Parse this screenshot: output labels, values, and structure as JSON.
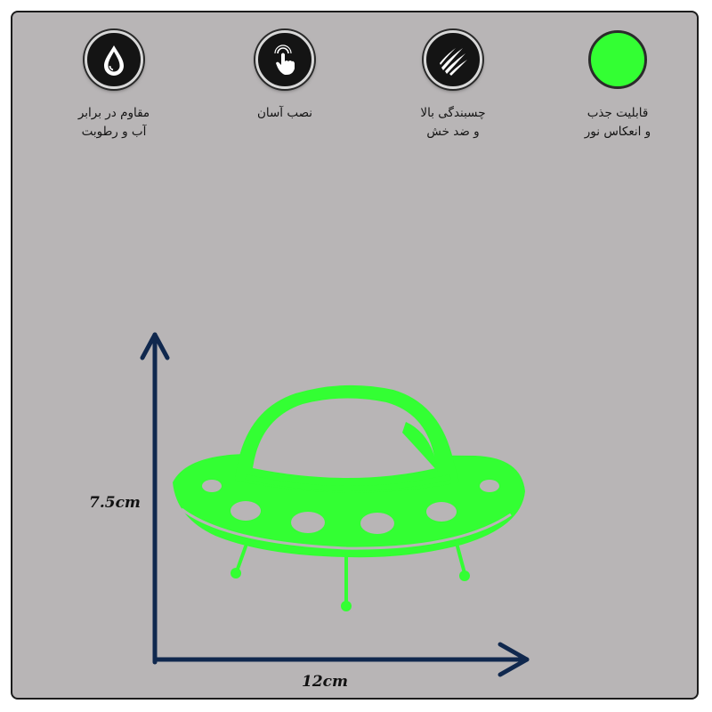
{
  "features": [
    {
      "id": "glow",
      "icon": "glow-circle-icon",
      "lines": [
        "قابلیت جذب",
        "و انعکاس نور"
      ]
    },
    {
      "id": "scratch",
      "icon": "claw-scratch-icon",
      "lines": [
        "چسبندگی بالا",
        "و ضد خش"
      ]
    },
    {
      "id": "install",
      "icon": "tap-hand-icon",
      "lines": [
        "نصب آسان"
      ]
    },
    {
      "id": "water",
      "icon": "water-drop-icon",
      "lines": [
        "مقاوم در برابر",
        "آب و رطوبت"
      ]
    }
  ],
  "dimensions": {
    "height_label": "7.5cm",
    "width_label": "12cm"
  },
  "colors": {
    "background": "#b8b5b6",
    "sticker": "#33ff33",
    "arrow": "#10284e"
  }
}
